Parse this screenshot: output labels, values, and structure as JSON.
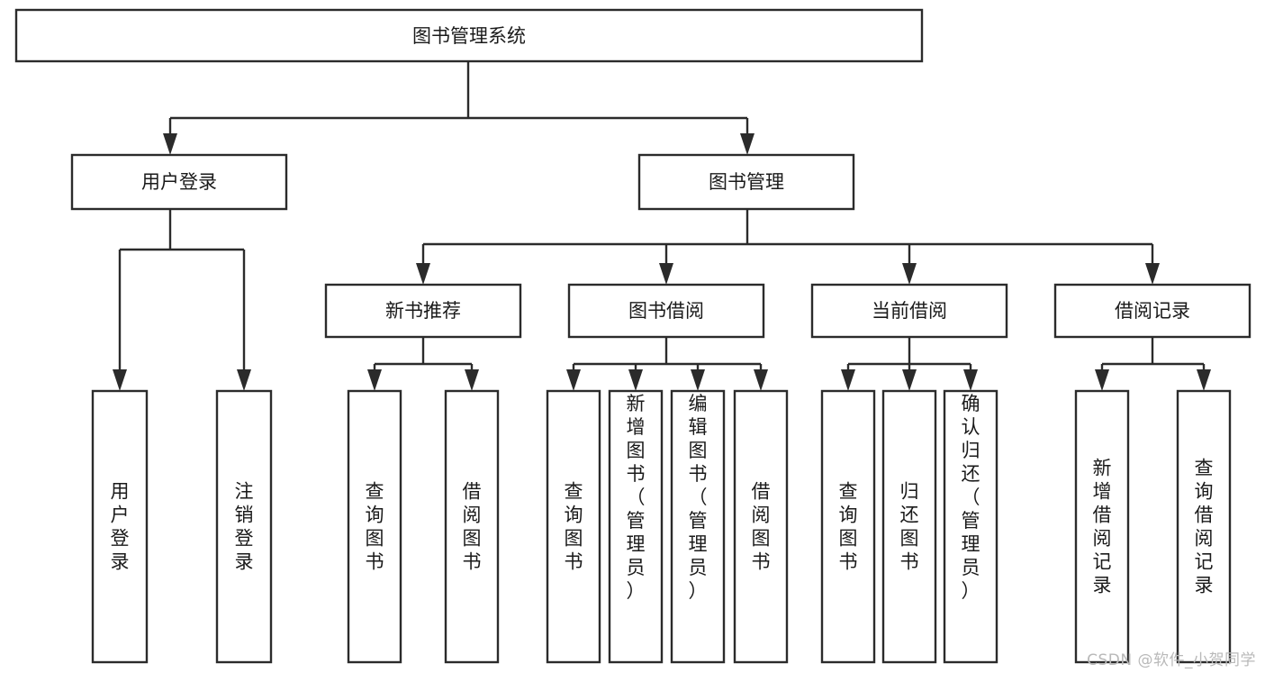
{
  "diagram": {
    "title": "图书管理系统",
    "type": "hierarchy-tree",
    "root": {
      "id": "root",
      "label": "图书管理系统",
      "orientation": "horizontal"
    },
    "level2": [
      {
        "id": "user-login",
        "label": "用户登录",
        "orientation": "horizontal"
      },
      {
        "id": "book-management",
        "label": "图书管理",
        "orientation": "horizontal"
      }
    ],
    "level3": [
      {
        "id": "new-book-recommend",
        "label": "新书推荐",
        "orientation": "horizontal",
        "parent": "book-management"
      },
      {
        "id": "book-borrow",
        "label": "图书借阅",
        "orientation": "horizontal",
        "parent": "book-management"
      },
      {
        "id": "current-borrow",
        "label": "当前借阅",
        "orientation": "horizontal",
        "parent": "book-management"
      },
      {
        "id": "borrow-record",
        "label": "借阅记录",
        "orientation": "horizontal",
        "parent": "book-management"
      }
    ],
    "leaves": [
      {
        "id": "leaf-user-login",
        "label": "用户登录",
        "orientation": "vertical",
        "parent": "user-login"
      },
      {
        "id": "leaf-user-logout",
        "label": "注销登录",
        "orientation": "vertical",
        "parent": "user-login"
      },
      {
        "id": "leaf-query-book-1",
        "label": "查询图书",
        "orientation": "vertical",
        "parent": "new-book-recommend"
      },
      {
        "id": "leaf-borrow-book-1",
        "label": "借阅图书",
        "orientation": "vertical",
        "parent": "new-book-recommend"
      },
      {
        "id": "leaf-query-book-2",
        "label": "查询图书",
        "orientation": "vertical",
        "parent": "book-borrow"
      },
      {
        "id": "leaf-add-book",
        "label": "新增图书（管理员）",
        "orientation": "vertical",
        "parent": "book-borrow"
      },
      {
        "id": "leaf-edit-book",
        "label": "编辑图书（管理员）",
        "orientation": "vertical",
        "parent": "book-borrow"
      },
      {
        "id": "leaf-borrow-book-2",
        "label": "借阅图书",
        "orientation": "vertical",
        "parent": "book-borrow"
      },
      {
        "id": "leaf-query-book-3",
        "label": "查询图书",
        "orientation": "vertical",
        "parent": "current-borrow"
      },
      {
        "id": "leaf-return-book",
        "label": "归还图书",
        "orientation": "vertical",
        "parent": "current-borrow"
      },
      {
        "id": "leaf-confirm-return",
        "label": "确认归还（管理员）",
        "orientation": "vertical",
        "parent": "current-borrow"
      },
      {
        "id": "leaf-add-record",
        "label": "新增借阅记录",
        "orientation": "vertical",
        "parent": "borrow-record"
      },
      {
        "id": "leaf-query-record",
        "label": "查询借阅记录",
        "orientation": "vertical",
        "parent": "borrow-record"
      }
    ],
    "colors": {
      "box_stroke": "#2b2b2b",
      "box_fill": "#ffffff",
      "text": "#1a1a1a",
      "connector": "#2b2b2b",
      "background": "#ffffff",
      "watermark": "#b9b9b9"
    }
  },
  "watermark": {
    "text": "CSDN @软件_小贺同学"
  }
}
